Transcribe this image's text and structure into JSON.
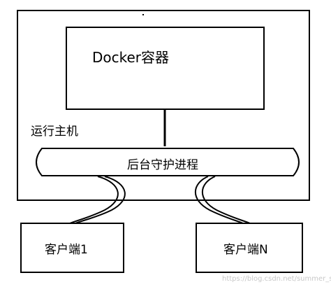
{
  "host": {
    "label": "运行主机"
  },
  "container": {
    "label": "Docker容器"
  },
  "daemon": {
    "label": "后台守护进程"
  },
  "clients": [
    {
      "label": "客户端1"
    },
    {
      "label": "客户端N"
    }
  ],
  "watermark": "https://blog.csdn.net/summer_style",
  "colors": {
    "stroke": "#000000",
    "background": "#ffffff",
    "watermark": "#c8c8c8"
  }
}
